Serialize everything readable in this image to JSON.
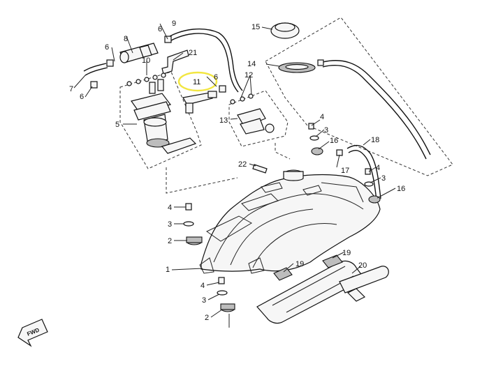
{
  "labels": {
    "l1": "1",
    "l2a": "2",
    "l2b": "2",
    "l3a": "3",
    "l3b": "3",
    "l3c": "3",
    "l3d": "3",
    "l4a": "4",
    "l4b": "4",
    "l4c": "4",
    "l4d": "4",
    "l5": "5",
    "l6a": "6",
    "l6b": "6",
    "l6c": "6",
    "l6d": "6",
    "l7": "7",
    "l8": "8",
    "l9": "9",
    "l10": "10",
    "l11": "11",
    "l12": "12",
    "l13": "13",
    "l14": "14",
    "l15": "15",
    "l16a": "16",
    "l16b": "16",
    "l17": "17",
    "l18": "18",
    "l19a": "19",
    "l19b": "19",
    "l20": "20",
    "l21": "21",
    "l22": "22"
  },
  "fwd": "FWD",
  "highlight_color": "#f2e641",
  "highlighted_part": "11"
}
